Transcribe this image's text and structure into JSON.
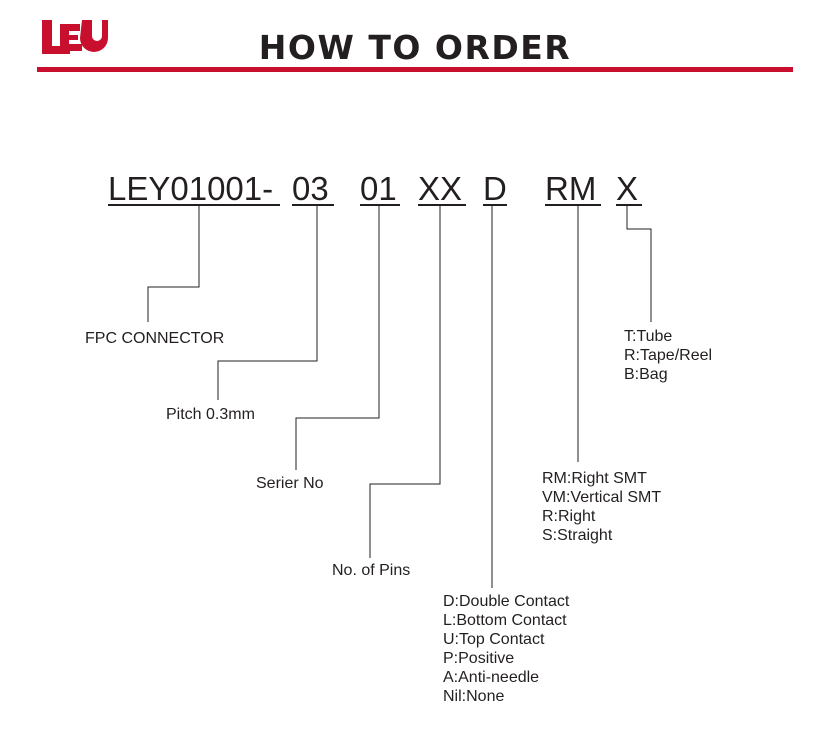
{
  "header": {
    "title": "HOW TO ORDER",
    "brand_color": "#c8102e",
    "logo_icon": "ley-logo"
  },
  "code": {
    "prefix": "LEY01001-",
    "pitch": "03",
    "serier": "01",
    "pins": "XX",
    "contact": "D",
    "type": "RM",
    "packing": "X"
  },
  "labels": {
    "fpc": "FPC CONNECTOR",
    "pitch": "Pitch 0.3mm",
    "serier": "Serier No",
    "pins": "No. of Pins"
  },
  "packing_options": [
    "T:Tube",
    "R:Tape/Reel",
    "B:Bag"
  ],
  "type_options": [
    "RM:Right SMT",
    "VM:Vertical SMT",
    "R:Right",
    "S:Straight"
  ],
  "contact_options": [
    "D:Double Contact",
    "L:Bottom Contact",
    "U:Top Contact",
    "P:Positive",
    "A:Anti-needle",
    "Nil:None"
  ]
}
